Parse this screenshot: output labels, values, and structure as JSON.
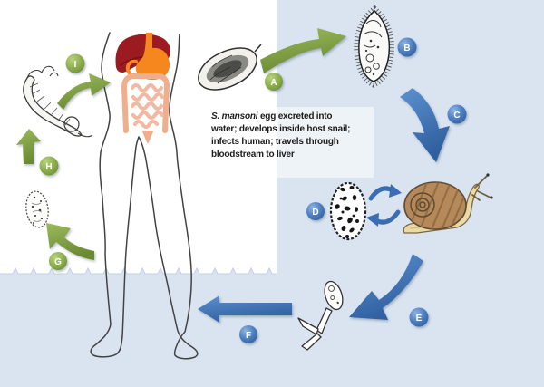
{
  "caption": {
    "species": "S. mansoni",
    "line1_rest": " egg excreted into",
    "line2": "water; develops inside host snail;",
    "line3": "infects human; travels through",
    "line4": "bloodstream to liver"
  },
  "stage_labels": {
    "A": "A",
    "B": "B",
    "C": "C",
    "D": "D",
    "E": "E",
    "F": "F",
    "G": "G",
    "H": "H",
    "I": "I"
  },
  "markers": {
    "green_lettered_markers": [
      "A",
      "G",
      "H",
      "I"
    ],
    "blue_lettered_markers": [
      "B",
      "C",
      "D",
      "E",
      "F"
    ]
  },
  "illustration_icons": {
    "egg": "schistosome-egg-illustration",
    "miracidium": "miracidium-illustration",
    "snail": "host-snail-illustration",
    "sporocyst": "sporocyst-illustration",
    "cercaria": "fork-tailed-cercaria-illustration",
    "schistosomulum": "schistosomulum-illustration",
    "adult_worm": "adult-worm-pair-illustration",
    "human": "human-figure-with-digestive-organs"
  },
  "colors": {
    "background_blue": "#d9e4f0",
    "panel_white": "#ffffff",
    "green_accent": "#79993d",
    "blue_accent": "#3a6db2",
    "liver_red": "#9c1b21",
    "stomach_orange": "#f6871f",
    "intestine_peach": "#efae8d",
    "snail_shell_brown": "#b5895a",
    "snail_body_cream": "#ead9a5"
  }
}
